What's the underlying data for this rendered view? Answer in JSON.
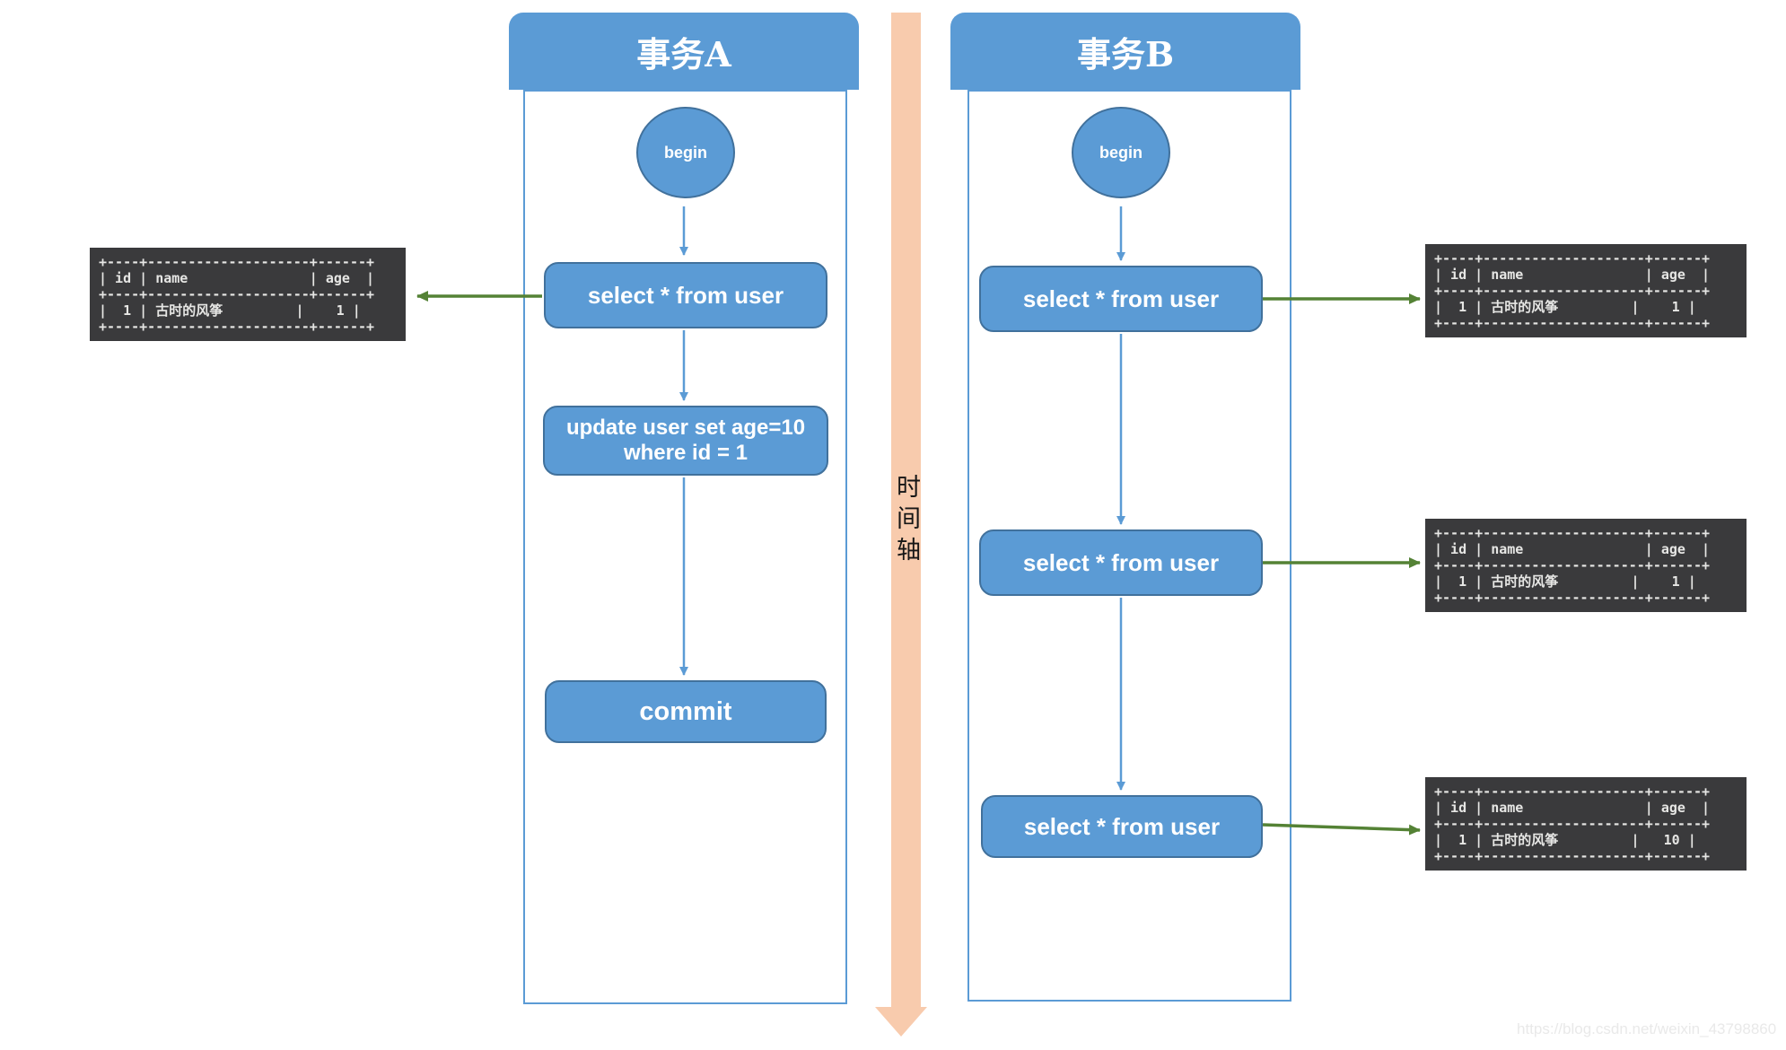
{
  "transaction_a": {
    "title": "事务A",
    "begin_label": "begin",
    "select_label": "select * from user",
    "update_line1": "update user set age=10",
    "update_line2": "where id = 1",
    "commit_label": "commit"
  },
  "transaction_b": {
    "title": "事务B",
    "begin_label": "begin",
    "select1_label": "select * from user",
    "select2_label": "select * from user",
    "select3_label": "select * from user"
  },
  "timeline": {
    "label": "时间轴"
  },
  "tables": {
    "a_result": [
      "+----+--------------------+------+",
      "| id | name               | age  |",
      "+----+--------------------+------+",
      "|  1 | 古时的风筝         |    1 |",
      "+----+--------------------+------+"
    ],
    "b_result_1": [
      "+----+--------------------+------+",
      "| id | name               | age  |",
      "+----+--------------------+------+",
      "|  1 | 古时的风筝         |    1 |",
      "+----+--------------------+------+"
    ],
    "b_result_2": [
      "+----+--------------------+------+",
      "| id | name               | age  |",
      "+----+--------------------+------+",
      "|  1 | 古时的风筝         |    1 |",
      "+----+--------------------+------+"
    ],
    "b_result_3": [
      "+----+--------------------+------+",
      "| id | name               | age  |",
      "+----+--------------------+------+",
      "|  1 | 古时的风筝         |   10 |",
      "+----+--------------------+------+"
    ]
  },
  "watermark": "https://blog.csdn.net/weixin_43798860",
  "colors": {
    "node_blue": "#5B9BD5",
    "node_border": "#41719C",
    "timeline_peach": "#F8CBAD",
    "arrow_green": "#548235",
    "table_bg": "#3A3A3C",
    "table_text": "#E6E6E4"
  }
}
